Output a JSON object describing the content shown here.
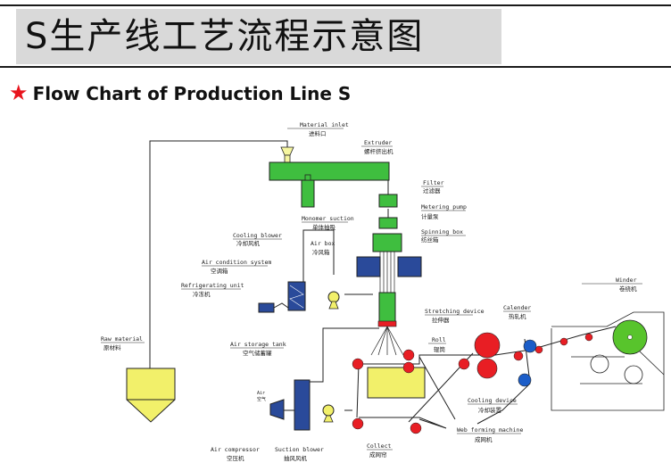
{
  "title_cn": "S生产线工艺流程示意图",
  "subtitle": {
    "star": "★",
    "text": "Flow Chart of Production Line S"
  },
  "colors": {
    "equipment_green": "#3fbe3f",
    "blower_blue": "#2a4a9a",
    "hopper_yellow": "#f2f06a",
    "roll_red": "#e81e24",
    "winder_green": "#58c42c",
    "cooling_blue": "#1b5dc8",
    "title_gray": "#d9d9d9",
    "star_red": "#e8141d"
  },
  "labels": {
    "material_inlet": {
      "en": "Material inlet",
      "cn": "进料口"
    },
    "extruder": {
      "en": "Extruder",
      "cn": "螺杆挤出机"
    },
    "filter": {
      "en": "Filter",
      "cn": "过滤器"
    },
    "metering_pump": {
      "en": "Metering pump",
      "cn": "计量泵"
    },
    "spinning_box": {
      "en": "Spinning box",
      "cn": "纺丝箱"
    },
    "monomer_suction": {
      "en": "Monomer suction",
      "cn": "单体抽吸"
    },
    "cooling_blower": {
      "en": "Cooling blower",
      "cn": "冷却风机"
    },
    "air_box": {
      "en": "Air box",
      "cn": "冷风箱"
    },
    "air_condition_system": {
      "en": "Air condition system",
      "cn": "空调箱"
    },
    "refrigerating_unit": {
      "en": "Refrigerating unit",
      "cn": "冷冻机"
    },
    "stretching_device": {
      "en": "Stretching device",
      "cn": "拉伸器"
    },
    "raw_material": {
      "en": "Raw material",
      "cn": "原材料"
    },
    "air_storage_tank": {
      "en": "Air storage tank",
      "cn": "空气储蓄罐"
    },
    "roll": {
      "en": "Roll",
      "cn": "辊筒"
    },
    "calender": {
      "en": "Calender",
      "cn": "热轧机"
    },
    "winder": {
      "en": "Winder",
      "cn": "卷绕机"
    },
    "cooling_device": {
      "en": "Cooling device",
      "cn": "冷却装置"
    },
    "web_forming_machine": {
      "en": "Web forming machine",
      "cn": "成网机"
    },
    "collect": {
      "en": "Collect",
      "cn": "成网帘"
    },
    "air_compressor": {
      "en": "Air compressor",
      "cn": "空压机"
    },
    "suction_blower": {
      "en": "Suction blower",
      "cn": "抽风风机"
    },
    "air": {
      "en": "Air",
      "cn": "空气"
    }
  }
}
